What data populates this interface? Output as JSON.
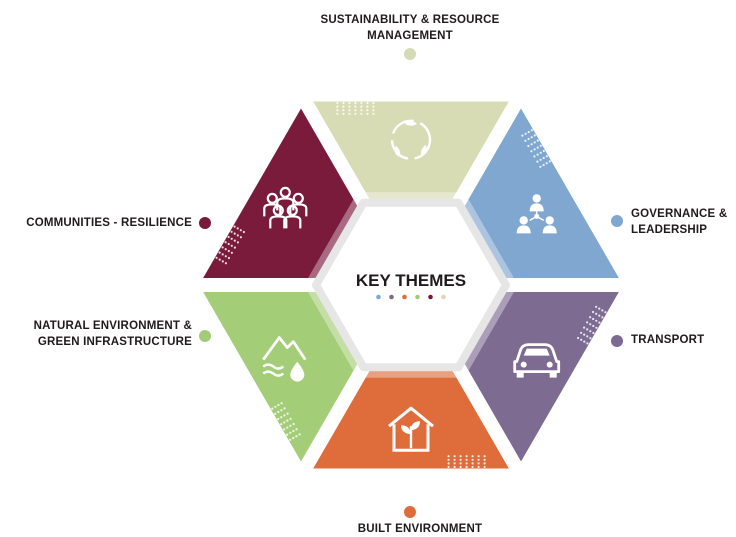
{
  "center": {
    "title": "KEY THEMES",
    "dot_colors": [
      "#7fa7cf",
      "#7b6b93",
      "#df6d3c",
      "#a3cb77",
      "#7a1a3b",
      "#d4dab4"
    ]
  },
  "themes": [
    {
      "id": "sustainability",
      "label_lines": [
        "SUSTAINABILITY & RESOURCE",
        "MANAGEMENT"
      ],
      "color": "#d7dcb5",
      "icon": "recycle-leaves-icon"
    },
    {
      "id": "governance",
      "label_lines": [
        "GOVERNANCE &",
        "LEADERSHIP"
      ],
      "color": "#7fa7cf",
      "icon": "people-network-icon"
    },
    {
      "id": "transport",
      "label_lines": [
        "TRANSPORT"
      ],
      "color": "#7d6b92",
      "icon": "car-icon"
    },
    {
      "id": "built",
      "label_lines": [
        "BUILT ENVIRONMENT"
      ],
      "color": "#df6c3b",
      "icon": "greenhouse-plant-icon"
    },
    {
      "id": "natural",
      "label_lines": [
        "NATURAL ENVIRONMENT &",
        "GREEN INFRASTRUCTURE"
      ],
      "color": "#a4cd78",
      "icon": "mountain-water-icon"
    },
    {
      "id": "communities",
      "label_lines": [
        "COMMUNITIES - RESILIENCE"
      ],
      "color": "#7a1b3c",
      "icon": "community-people-icon"
    }
  ]
}
